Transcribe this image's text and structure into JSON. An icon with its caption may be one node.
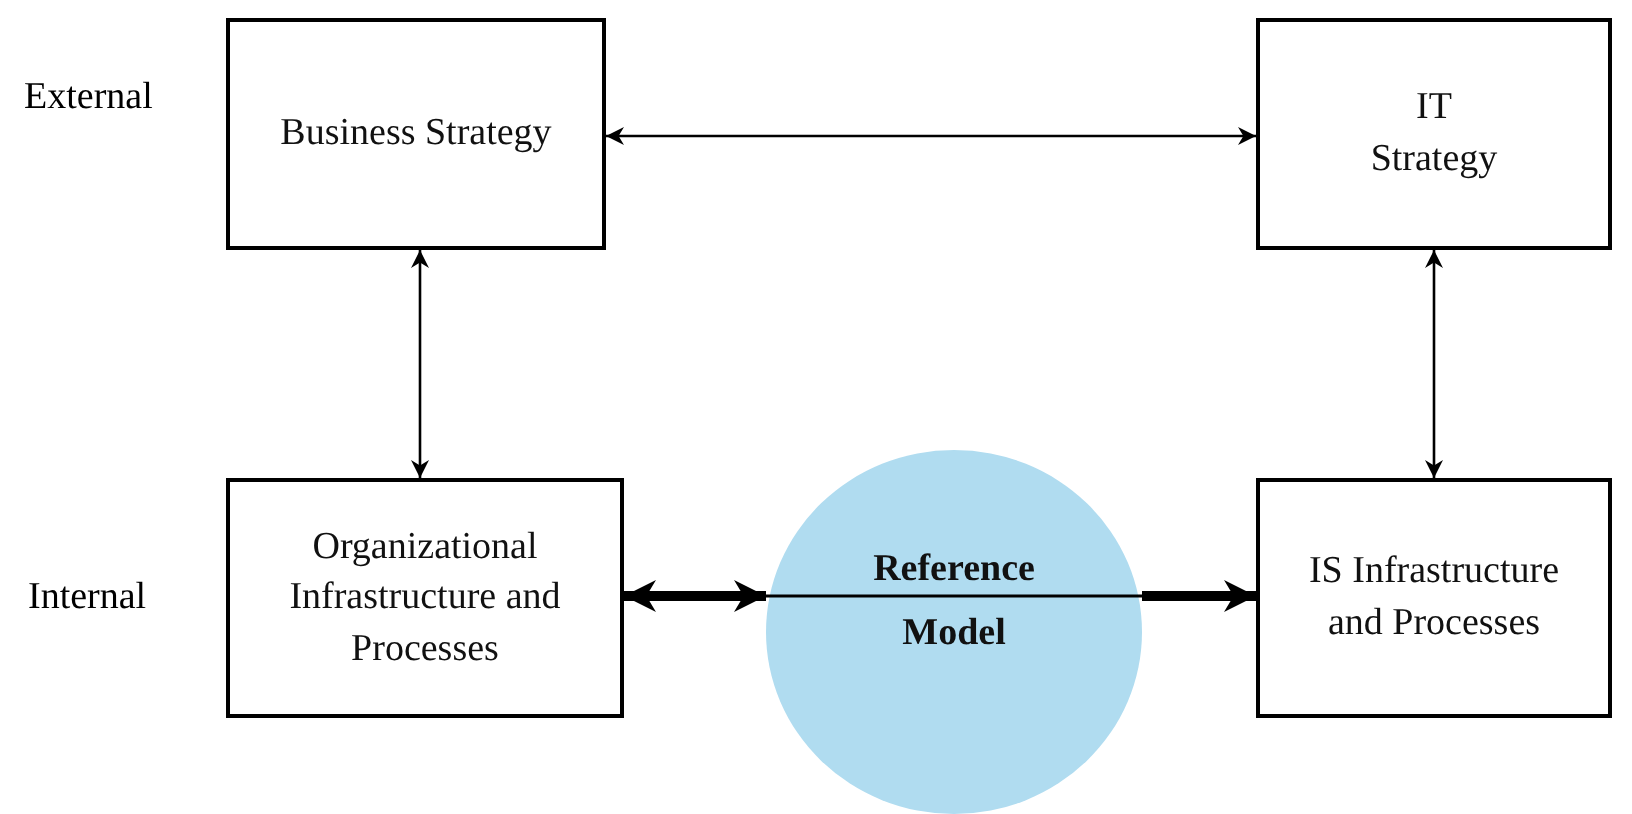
{
  "diagram": {
    "nodes": [
      {
        "text": [
          "Business Strategy"
        ]
      },
      {
        "text": [
          "IT Strategy"
        ]
      },
      {
        "text": [
          "Organizational Infrastructure and Processes"
        ]
      },
      {
        "text": [
          "Reference Model"
        ]
      },
      {
        "text": [
          "IS Infrastructure and Processes"
        ]
      }
    ],
    "edges": [
      {
        "from": 0,
        "to": 1,
        "arrow": "both"
      },
      {
        "from": 0,
        "to": 2,
        "arrow": "both"
      },
      {
        "from": 1,
        "to": 4,
        "arrow": "both"
      },
      {
        "from": 2,
        "to": 3,
        "arrow": "both",
        "style": "thick"
      },
      {
        "from": 3,
        "to": 4,
        "arrow": "to",
        "style": "thick"
      }
    ],
    "labels": [
      "External",
      "Internal"
    ]
  }
}
